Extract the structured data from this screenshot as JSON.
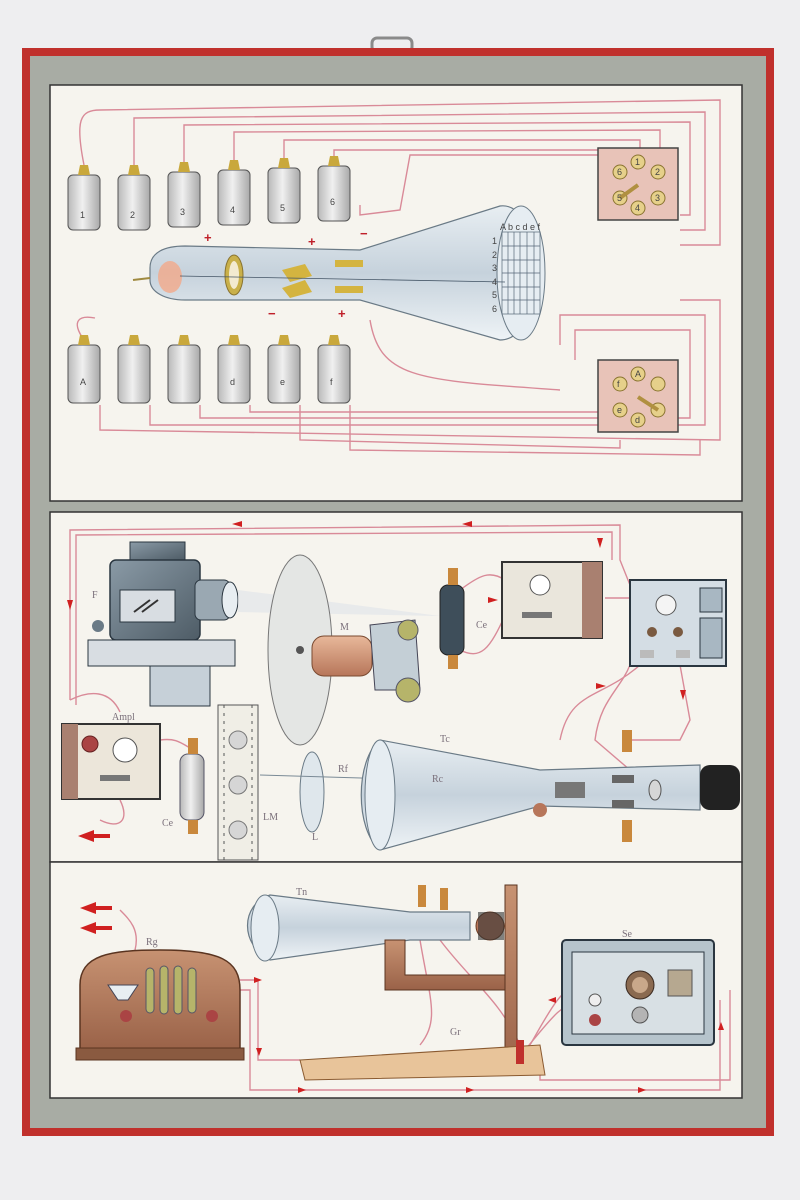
{
  "colors": {
    "frame_red": "#c0302c",
    "frame_grey": "#a8aca4",
    "panel": "#f6f4ee",
    "wire": "#d98a98",
    "arrow": "#d02020"
  },
  "top_panel": {
    "battery_labels_upper": [
      "1",
      "2",
      "3",
      "4",
      "5",
      "6"
    ],
    "battery_labels_lower": [
      "A",
      "",
      "",
      "d",
      "e",
      "f"
    ],
    "screen_cols": "A b c d e f",
    "screen_rows": [
      "1",
      "2",
      "3",
      "4",
      "5",
      "6"
    ],
    "sign_plus_left": "+",
    "sign_plus_right": "+",
    "sign_minus_top": "−",
    "sign_minus_bottom": "−",
    "sign_plus_bottom": "+",
    "switch_upper_contacts": [
      "1",
      "2",
      "3",
      "4",
      "5",
      "6"
    ],
    "switch_lower_contacts": [
      "A",
      "",
      "",
      "d",
      "e",
      "f"
    ]
  },
  "middle_panel": {
    "label_projector": "F",
    "label_motor": "M",
    "label_cell_top": "Ce",
    "label_amplifier": "Ampl",
    "label_cell_left": "Ce",
    "label_film": "LM",
    "label_lens": "L",
    "label_ray": "Rf",
    "label_tube": "Tc",
    "label_beam": "Rc"
  },
  "bottom_panel": {
    "label_tube": "Tn",
    "label_radio": "Rg",
    "label_supply": "Se",
    "label_stand": "Gr"
  }
}
